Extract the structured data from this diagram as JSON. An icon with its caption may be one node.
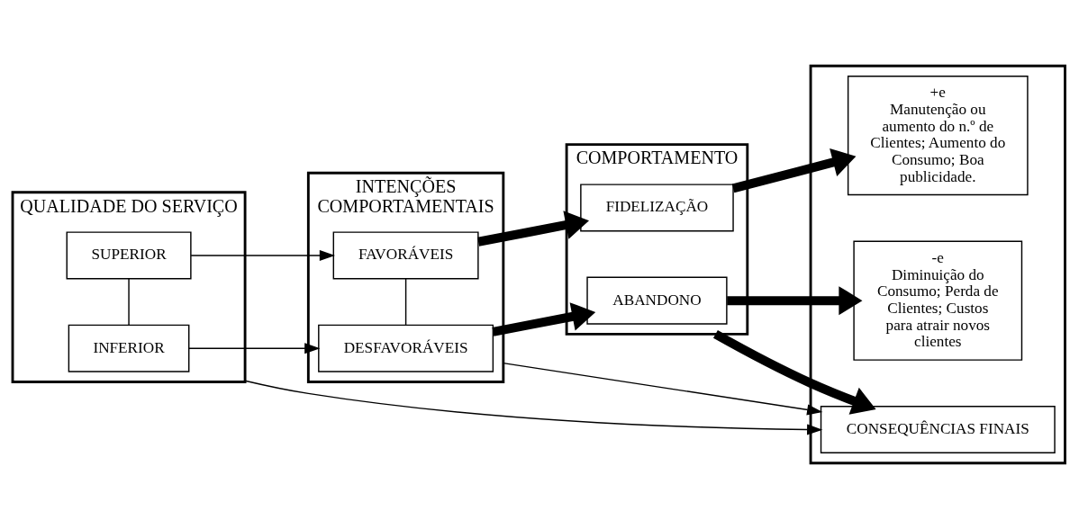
{
  "diagram": {
    "nodes": [
      {
        "text": [
          "QUALIDADE DO SERVIÇO"
        ]
      },
      {
        "text": [
          "SUPERIOR"
        ],
        "in": 0
      },
      {
        "text": [
          "INFERIOR"
        ],
        "in": 0
      },
      {
        "text": [
          "INTENÇÕES COMPORTAMENTAIS"
        ]
      },
      {
        "text": [
          "FAVORÁVEIS"
        ],
        "in": 3
      },
      {
        "text": [
          "DESFAVORÁVEIS"
        ],
        "in": 3
      },
      {
        "text": [
          "COMPORTAMENTO"
        ]
      },
      {
        "text": [
          "FIDELIZAÇÃO"
        ],
        "in": 6
      },
      {
        "text": [
          "ABANDONO"
        ],
        "in": 6
      },
      {
        "text": [],
        "shape": "box"
      },
      {
        "text": [
          "+e",
          "Manutenção ou aumento do n.º de Clientes; Aumento do Consumo; Boa publicidade."
        ],
        "in": 9
      },
      {
        "text": [
          "CONSEQUÊNCIAS FINAIS"
        ],
        "in": 9
      },
      {
        "text": [
          "-e",
          "Diminuição do Consumo; Perda de Clientes; Custos para atrair novos clientes"
        ],
        "in": 9
      }
    ],
    "edges": [
      {
        "from": 1,
        "to": 2,
        "arrow": "none"
      },
      {
        "from": 4,
        "to": 5,
        "arrow": "none"
      },
      {
        "from": 1,
        "to": 4,
        "arrow": "to"
      },
      {
        "from": 2,
        "to": 5,
        "arrow": "to"
      },
      {
        "from": 4,
        "to": 7,
        "arrow": "to",
        "style": "thick"
      },
      {
        "from": 5,
        "to": 8,
        "arrow": "to",
        "style": "thick"
      },
      {
        "from": 7,
        "to": 10,
        "arrow": "to",
        "style": "thick"
      },
      {
        "from": 6,
        "to": 11,
        "arrow": "to",
        "style": "thick"
      },
      {
        "from": 8,
        "to": 12,
        "arrow": "to",
        "style": "thick"
      },
      {
        "from": 0,
        "to": 11,
        "arrow": "to"
      },
      {
        "from": 3,
        "to": 11,
        "arrow": "to"
      }
    ]
  }
}
